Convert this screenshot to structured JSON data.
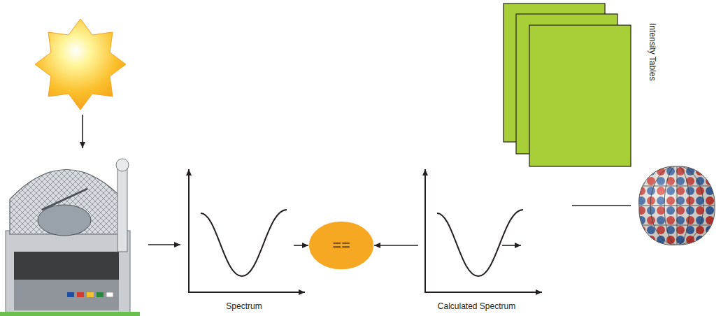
{
  "diagram": {
    "nodes": [
      {
        "text": [
          "Spectrum"
        ]
      },
      {
        "text": [
          "=="
        ]
      },
      {
        "text": [
          "Calculated Spectrum"
        ]
      },
      {
        "text": [
          "Intensity Tables"
        ]
      }
    ],
    "edges": [
      {
        "from": 0,
        "to": 1,
        "arrow": "to"
      },
      {
        "from": 2,
        "to": 1,
        "arrow": "to"
      },
      {
        "from": 3,
        "to": 2,
        "arrow": "to"
      }
    ]
  }
}
